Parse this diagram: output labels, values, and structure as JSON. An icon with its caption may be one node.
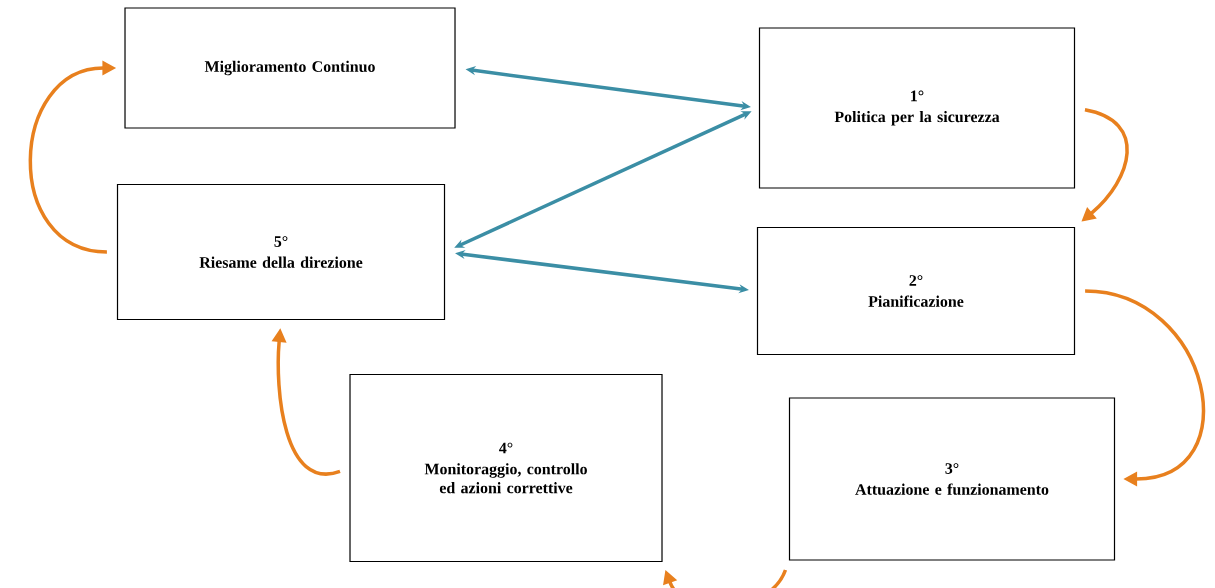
{
  "diagram": {
    "nodes": [
      {
        "text": [
          "Miglioramento Continuo"
        ]
      },
      {
        "text": [
          "1°",
          "Politica per la sicurezza"
        ]
      },
      {
        "text": [
          "5°",
          "Riesame della direzione"
        ]
      },
      {
        "text": [
          "2°",
          "Pianificazione"
        ]
      },
      {
        "text": [
          "4°",
          "Monitoraggio, controllo ed azioni correttive"
        ]
      },
      {
        "text": [
          "3°",
          "Attuazione e funzionamento"
        ]
      }
    ],
    "edges": [
      {
        "from": 0,
        "to": 1,
        "arrow": "both",
        "color": "#3b8ea5"
      },
      {
        "from": 2,
        "to": 1,
        "arrow": "both",
        "color": "#3b8ea5"
      },
      {
        "from": 2,
        "to": 3,
        "arrow": "both",
        "color": "#3b8ea5"
      },
      {
        "from": 2,
        "to": 0,
        "arrow": "to",
        "color": "#e8801e"
      },
      {
        "from": 1,
        "to": 3,
        "arrow": "to",
        "color": "#e8801e"
      },
      {
        "from": 3,
        "to": 5,
        "arrow": "to",
        "color": "#e8801e"
      },
      {
        "from": 5,
        "to": 4,
        "arrow": "to",
        "color": "#e8801e"
      },
      {
        "from": 4,
        "to": 2,
        "arrow": "to",
        "color": "#e8801e"
      }
    ]
  }
}
